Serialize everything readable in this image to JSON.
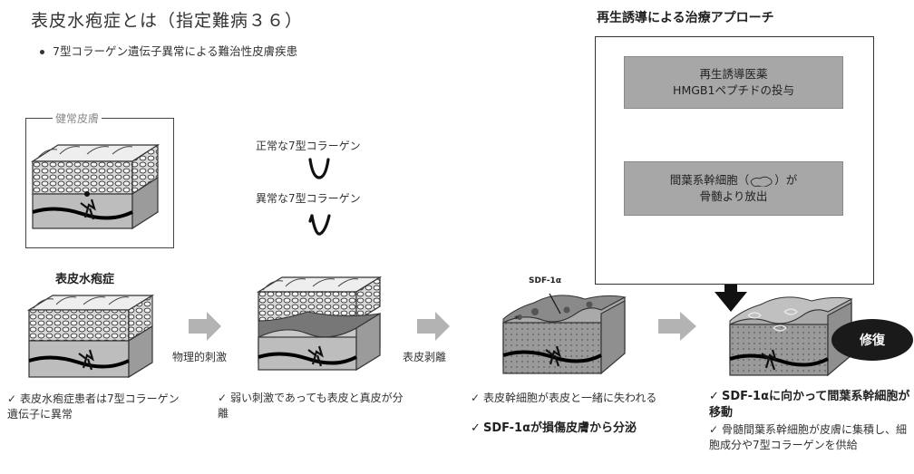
{
  "header": {
    "title": "表皮水疱症とは（指定難病３６）",
    "subtitle": "7型コラーゲン遺伝子異常による難治性皮膚疾患"
  },
  "healthy": {
    "label": "健常皮膚"
  },
  "collagen": {
    "normal": "正常な7型コラーゲン",
    "abnormal": "異常な7型コラーゲン"
  },
  "disease": {
    "label": "表皮水疱症"
  },
  "steps": {
    "stimulus": "物理的刺激",
    "detachment": "表皮剥離",
    "sdf": "SDF-1α"
  },
  "approach": {
    "title": "再生誘導による治療アプローチ",
    "box1_line1": "再生誘導医薬",
    "box1_line2": "HMGB1ペプチドの投与",
    "box2_line1": "間葉系幹細胞（",
    "box2_line1_end": "）が",
    "box2_line2": "骨髄より放出",
    "repair": "修復"
  },
  "notes": {
    "n1": "表皮水疱症患者は7型コラーゲン遺伝子に異常",
    "n2": "弱い刺激であっても表皮と真皮が分離",
    "n3": "表皮幹細胞が表皮と一緒に失われる",
    "n4": "SDF-1αが損傷皮膚から分泌",
    "n5": "SDF-1αに向かって間葉系幹細胞が移動",
    "n6": "骨髄間葉系幹細胞が皮膚に集積し、細胞成分や7型コラーゲンを供給"
  },
  "colors": {
    "box_gray": "#a7a7a7",
    "repair_bg": "#1a1a1a",
    "arrow_gray": "#b3b3b3"
  }
}
